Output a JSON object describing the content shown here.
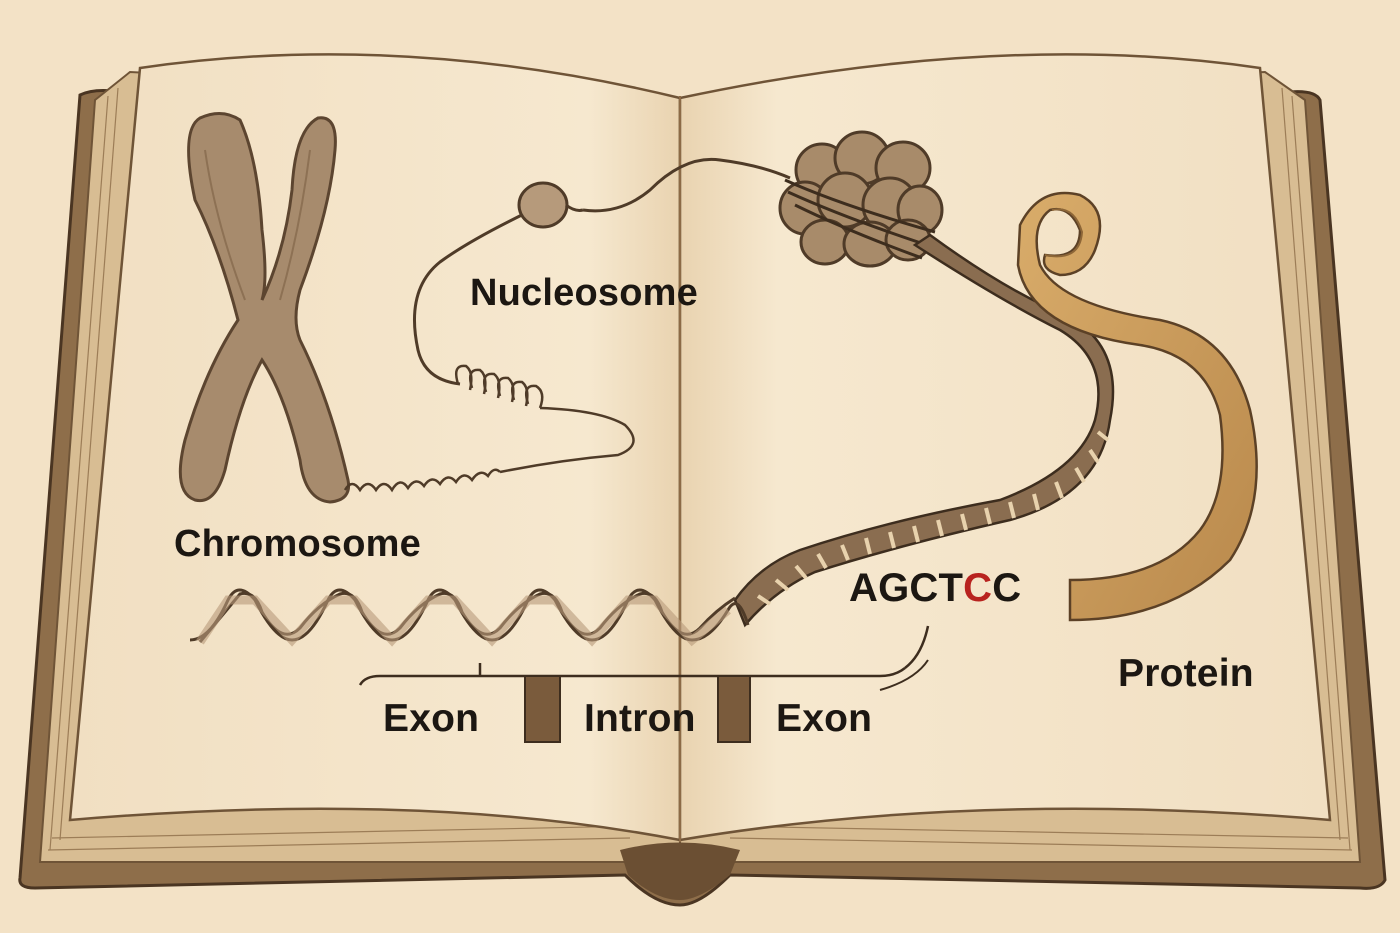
{
  "labels": {
    "chromosome": "Chromosome",
    "nucleosome": "Nucleosome",
    "sequence": {
      "part1": "AGCT",
      "highlight": "C",
      "part2": "C"
    },
    "protein": "Protein",
    "exon_1": "Exon",
    "intron": "Intron",
    "exon_2": "Exon"
  },
  "colors": {
    "background": "#f3e2c6",
    "page": "#f4e4c9",
    "cover": "#8e6e4a",
    "chromosome": "#a78b6d",
    "dna": "#8a6d50",
    "protein": "#c99a5b",
    "highlight_base": "#b8231f"
  }
}
